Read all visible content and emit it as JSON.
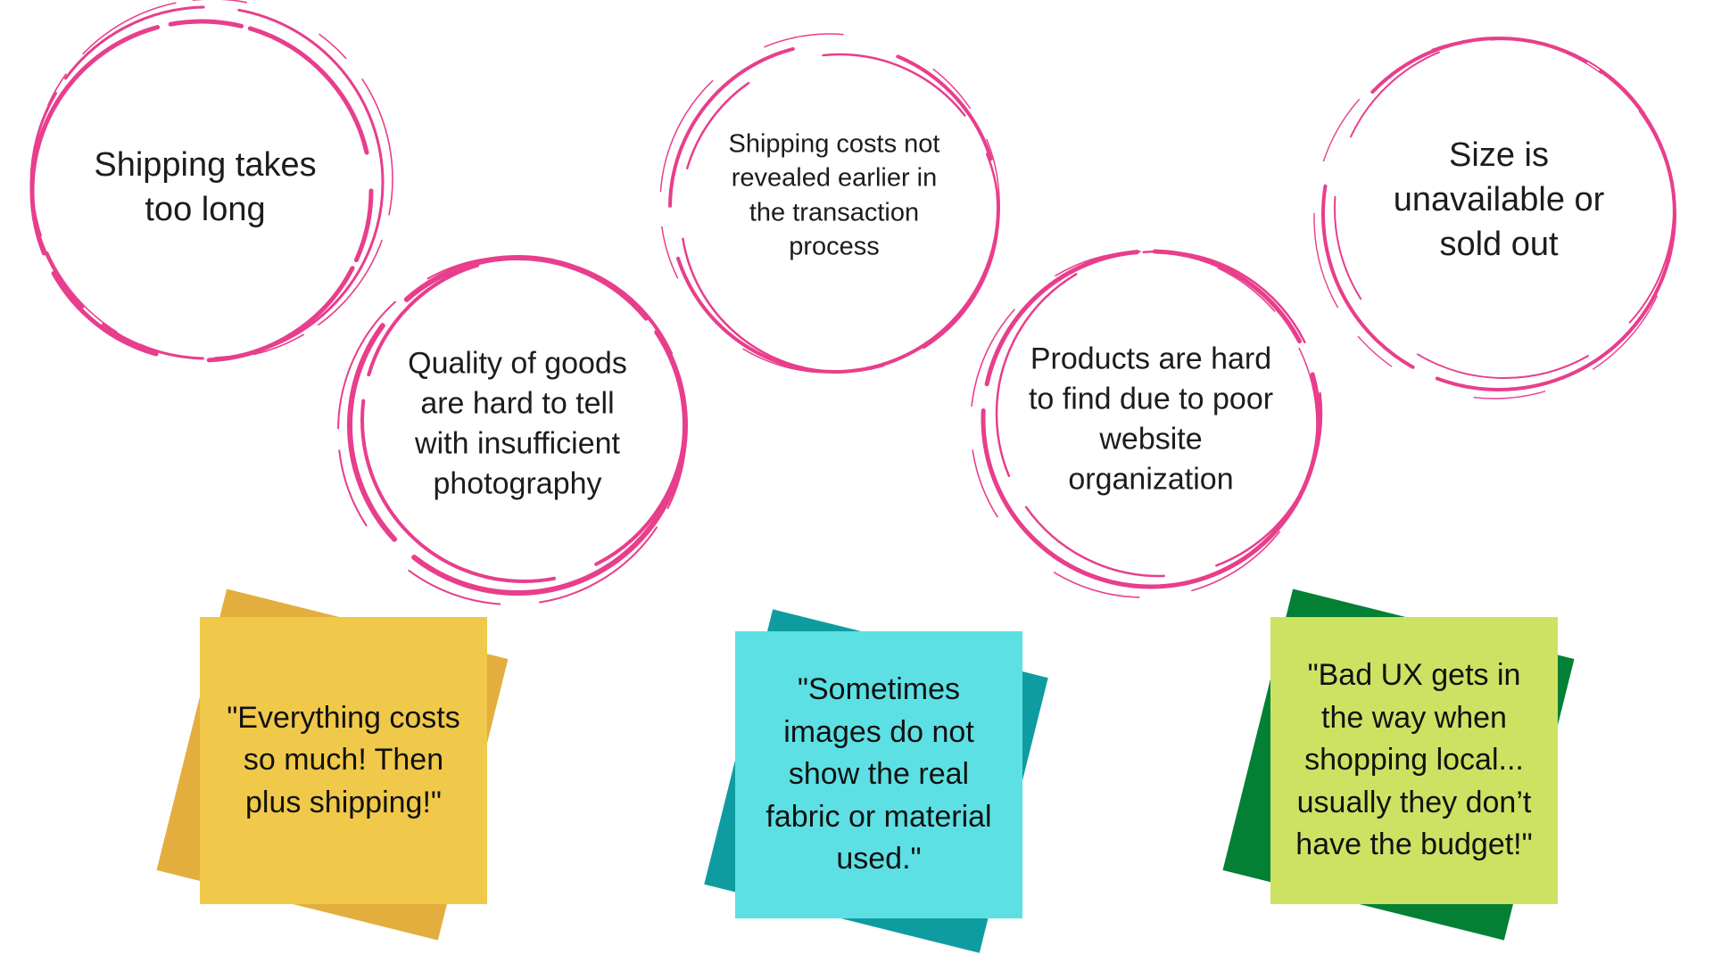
{
  "colors": {
    "circle_stroke": "#e83e8c",
    "note_yellow_front": "#f0c84a",
    "note_yellow_back": "#e4ae3f",
    "note_cyan_front": "#5ce0e4",
    "note_cyan_back": "#0f9ca0",
    "note_lime_front": "#cde262",
    "note_lime_back": "#048034"
  },
  "pain_points": [
    {
      "id": "shipping-time",
      "text": "Shipping takes\ntoo long"
    },
    {
      "id": "photo-quality",
      "text": "Quality of goods\nare hard to tell\nwith insufficient\nphotography"
    },
    {
      "id": "shipping-costs",
      "text": "Shipping costs not\nrevealed earlier in\nthe transaction\nprocess"
    },
    {
      "id": "organization",
      "text": "Products are hard\nto find due to poor\nwebsite\norganization"
    },
    {
      "id": "size",
      "text": "Size is\nunavailable or\nsold out"
    }
  ],
  "quotes": [
    {
      "id": "costs",
      "text": "\"Everything costs\nso much! Then\nplus shipping!\""
    },
    {
      "id": "images",
      "text": "\"Sometimes\nimages do not\nshow the real\nfabric or material\nused.\""
    },
    {
      "id": "ux",
      "text": "\"Bad UX gets in\nthe way when\nshopping local...\nusually they don’t\nhave the budget!\""
    }
  ]
}
